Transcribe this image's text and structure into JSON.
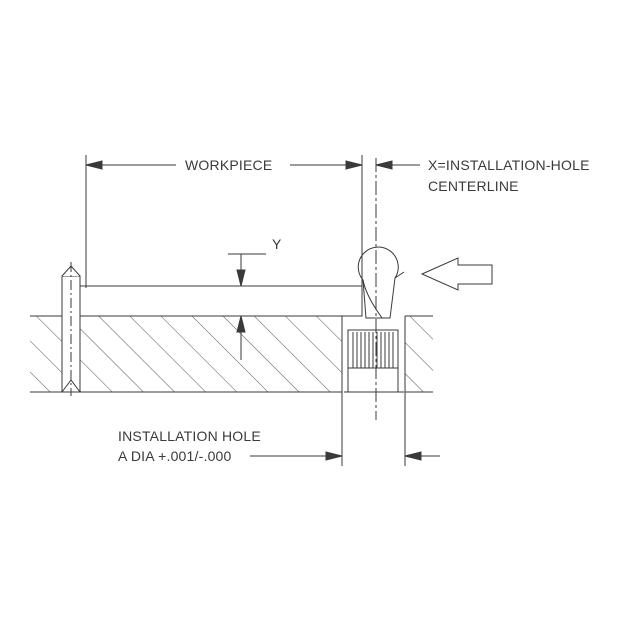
{
  "labels": {
    "workpiece": "WORKPIECE",
    "centerline_line1": "X=INSTALLATION-HOLE",
    "centerline_line2": "CENTERLINE",
    "y": "Y",
    "hole_line1": "INSTALLATION HOLE",
    "hole_line2": "A DIA +.001/-.000"
  },
  "colors": {
    "ink": "#3a3a3a",
    "background": "#ffffff"
  }
}
